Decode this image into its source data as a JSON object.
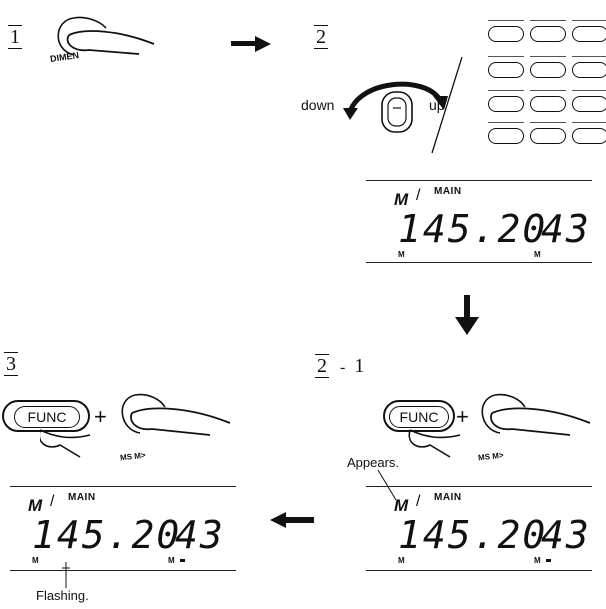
{
  "steps": {
    "step1": "1",
    "step2": "2",
    "step3": "3",
    "step2_1_main": "2",
    "step2_1_sub": "1"
  },
  "knob_labels": {
    "down": "down",
    "up": "up"
  },
  "buttons": {
    "dial_small_label_step1": "DIMEN",
    "func_label": "FUNC",
    "plus": "+",
    "ms_label": "MS M>"
  },
  "display": {
    "mode_mark": "M",
    "bar_mark": "/",
    "main_label": "MAIN",
    "frequency": "145.20",
    "channel": "43",
    "sub_m": "M"
  },
  "annotations": {
    "appears": "Appears.",
    "flashing": "Flashing."
  }
}
